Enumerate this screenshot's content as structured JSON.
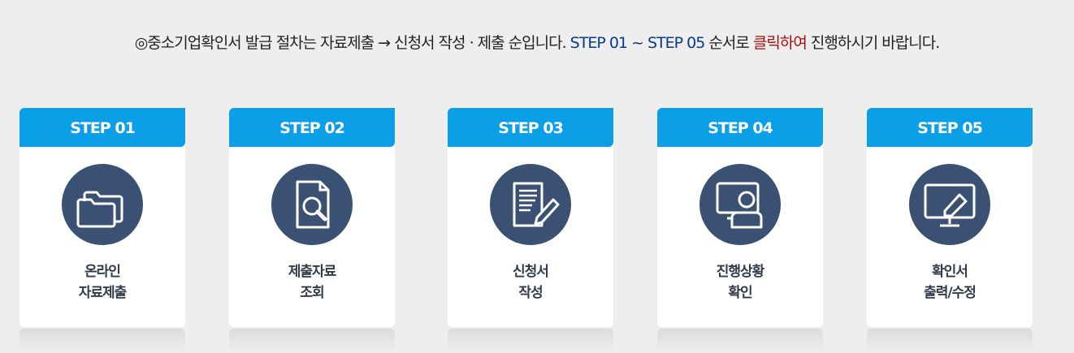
{
  "notice": {
    "part1": "◎중소기업확인서 발급 절차는 자료제출 → 신청서 작성 · 제출 순입니다. ",
    "part2": "STEP 01 ~ STEP 05",
    "part3": " 순서로 ",
    "part4": "클릭하여",
    "part5": " 진행하시기 바랍니다."
  },
  "steps": [
    {
      "title": "STEP 01",
      "line1": "온라인",
      "line2": "자료제출",
      "icon": "folder-icon"
    },
    {
      "title": "STEP 02",
      "line1": "제출자료",
      "line2": "조회",
      "icon": "document-search-icon"
    },
    {
      "title": "STEP 03",
      "line1": "신청서",
      "line2": "작성",
      "icon": "document-edit-icon"
    },
    {
      "title": "STEP 04",
      "line1": "진행상황",
      "line2": "확인",
      "icon": "user-monitor-icon"
    },
    {
      "title": "STEP 05",
      "line1": "확인서",
      "line2": "출력/수정",
      "icon": "monitor-edit-icon"
    }
  ],
  "colors": {
    "header": "#0a9fe6",
    "icon_circle": "#3b5173",
    "step_highlight": "#0a3a8c",
    "click_highlight": "#a80f12"
  }
}
